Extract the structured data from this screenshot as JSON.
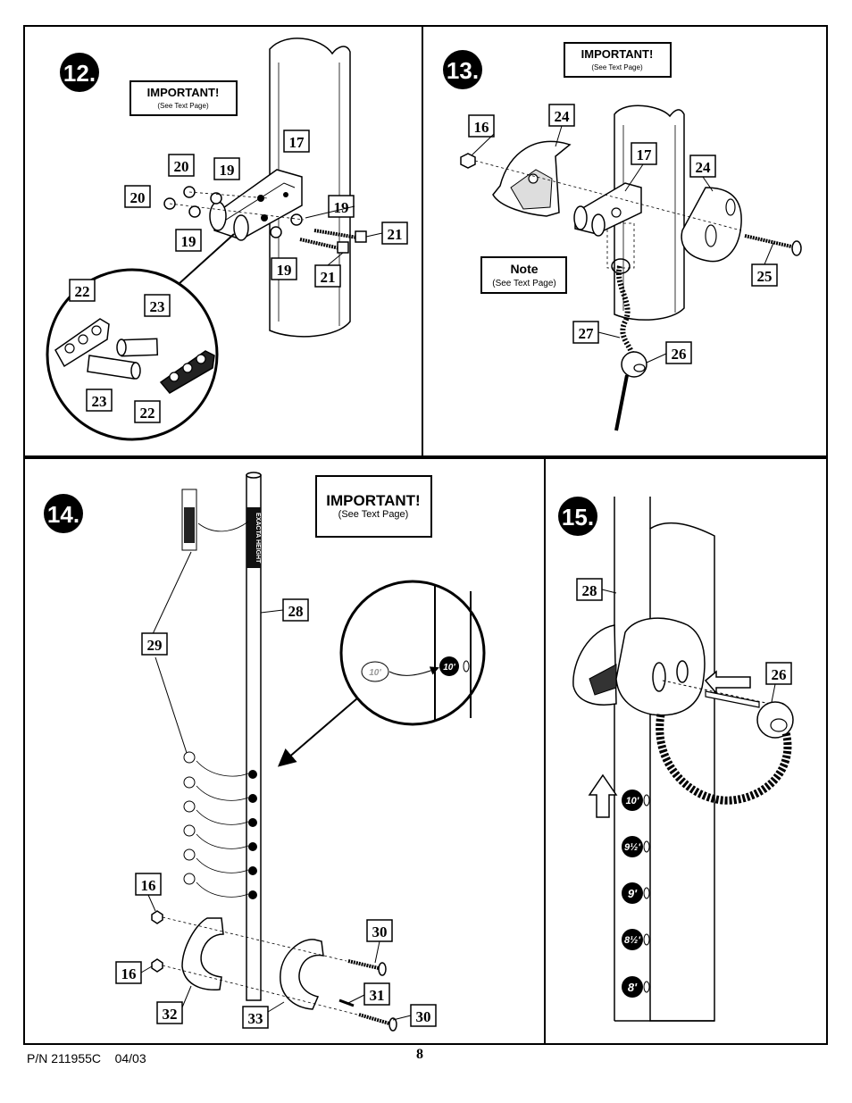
{
  "steps": {
    "s12": {
      "number": "12.",
      "important_title": "IMPORTANT!",
      "important_sub": "(See Text Page)",
      "callouts": [
        "17",
        "20",
        "19",
        "20",
        "19",
        "19",
        "19",
        "21",
        "21",
        "22",
        "23",
        "23",
        "22"
      ]
    },
    "s13": {
      "number": "13.",
      "important_title": "IMPORTANT!",
      "important_sub": "(See Text Page)",
      "note_title": "Note",
      "note_sub": "(See Text Page)",
      "callouts": [
        "16",
        "24",
        "17",
        "24",
        "25",
        "27",
        "26"
      ]
    },
    "s14": {
      "number": "14.",
      "important_title": "IMPORTANT!",
      "important_sub": "(See Text Page)",
      "callouts": [
        "28",
        "29",
        "16",
        "16",
        "30",
        "31",
        "30",
        "32",
        "33"
      ],
      "zoom_label": "10'",
      "pole_decal": "EXACTA HEIGHT"
    },
    "s15": {
      "number": "15.",
      "callouts": [
        "28",
        "26"
      ],
      "height_marks": [
        "10'",
        "9½'",
        "9'",
        "8½'",
        "8'"
      ]
    }
  },
  "footer": {
    "part_number": "P/N 211955C    04/03",
    "page_number": "8"
  }
}
